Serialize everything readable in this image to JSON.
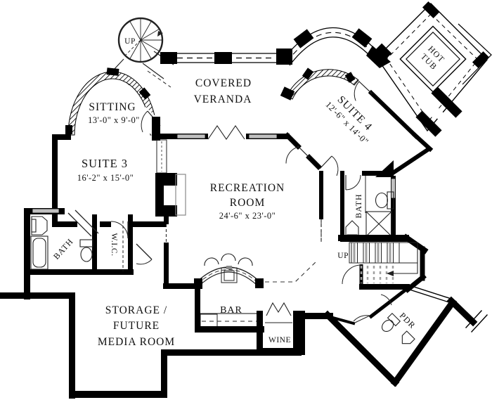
{
  "plan": {
    "title": "basement floor plan",
    "rooms": {
      "sitting": {
        "name": "SITTING",
        "dims": "13'-0\" x 9'-0\""
      },
      "suite3": {
        "name": "SUITE 3",
        "dims": "16'-2\" x 15'-0\""
      },
      "veranda": {
        "line1": "COVERED",
        "line2": "VERANDA"
      },
      "suite4": {
        "name": "SUITE 4",
        "dims": "12'-6\" x 14'-0\""
      },
      "hot_tub": {
        "line1": "HOT",
        "line2": "TUB"
      },
      "recreation": {
        "line1": "RECREATION",
        "line2": "ROOM",
        "dims": "24'-6\" x 23'-0\""
      },
      "bath_left": {
        "name": "BATH"
      },
      "wic": {
        "name": "W.I.C."
      },
      "bath_right": {
        "name": "BATH"
      },
      "pdr": {
        "name": "PDR"
      },
      "wine": {
        "name": "WINE"
      },
      "bar": {
        "name": "BAR"
      },
      "storage": {
        "line1": "STORAGE /",
        "line2": "FUTURE",
        "line3": "MEDIA ROOM"
      }
    },
    "stairs": {
      "spiral_label": "UP",
      "main_label": "UP"
    },
    "colors": {
      "wall": "#000000",
      "background": "#ffffff",
      "fixture": "#1a1a1a",
      "tread_gray": "#a0a0a0",
      "window_gray": "#c0c0c0"
    }
  }
}
